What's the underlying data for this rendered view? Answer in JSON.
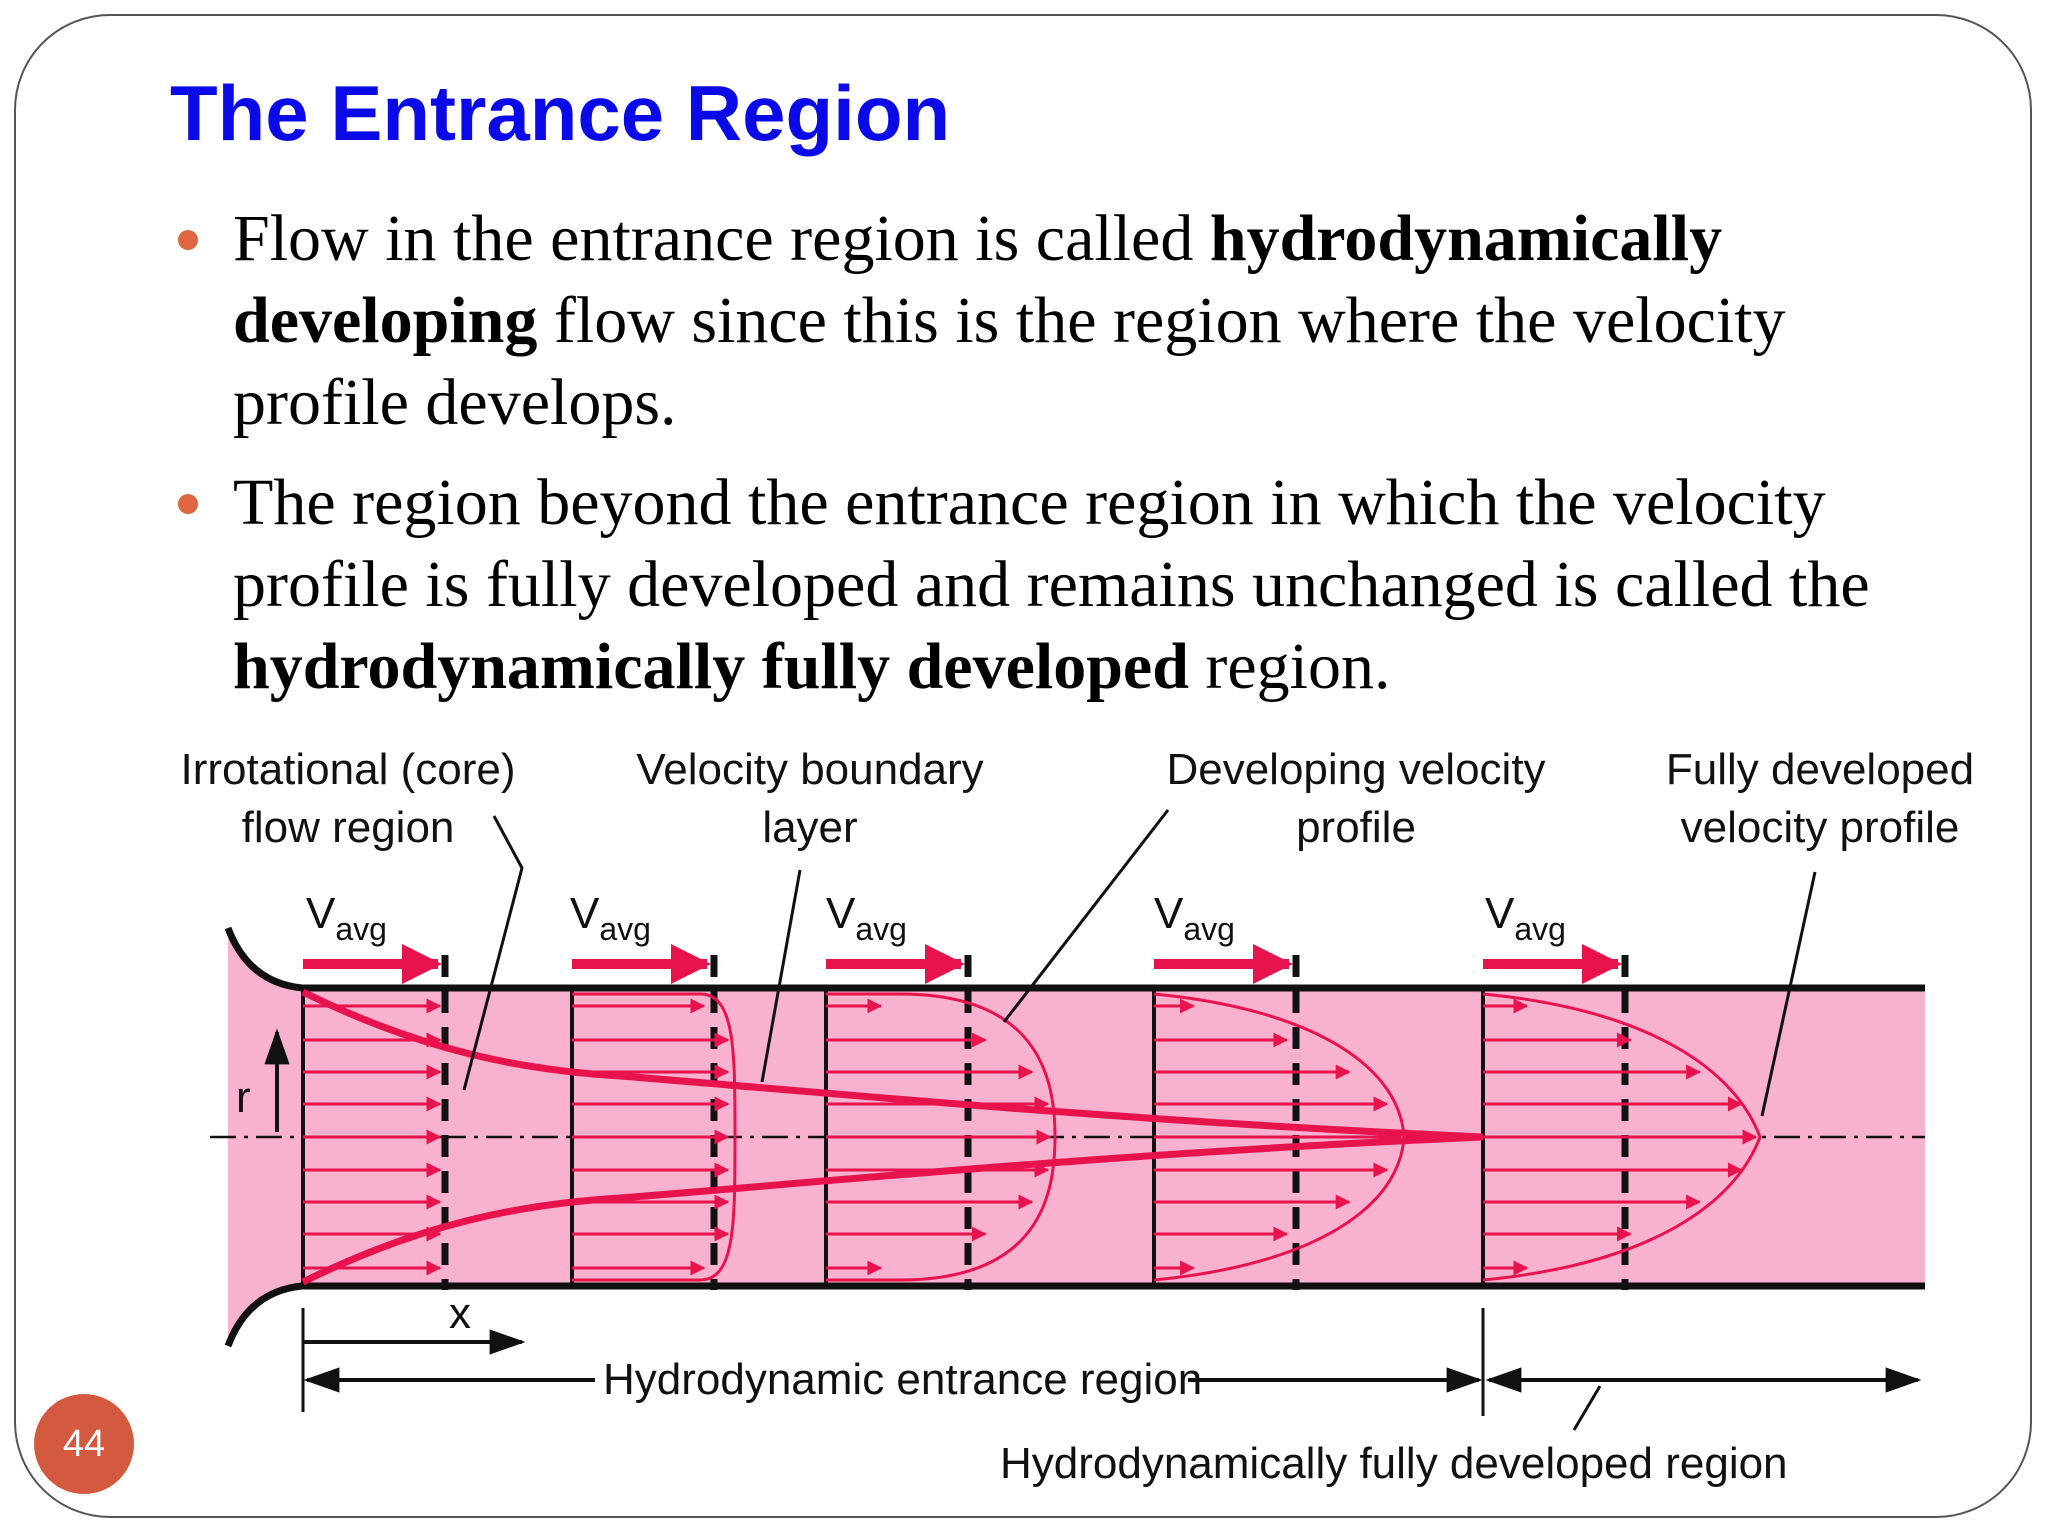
{
  "slide": {
    "title": "The Entrance Region",
    "page_number": "44",
    "bullets": [
      {
        "parts": [
          {
            "text": "Flow in the entrance region is called ",
            "bold": false
          },
          {
            "text": "hydrodynamically developing",
            "bold": true
          },
          {
            "text": " flow since this is the region where the velocity profile develops.",
            "bold": false
          }
        ]
      },
      {
        "parts": [
          {
            "text": "The region beyond the entrance region in which the velocity profile is fully developed and remains unchanged is called the ",
            "bold": false
          },
          {
            "text": "hydrodynamically fully developed",
            "bold": true
          },
          {
            "text": " region.",
            "bold": false
          }
        ]
      }
    ]
  },
  "diagram": {
    "labels": {
      "irrotational_line1": "Irrotational (core)",
      "irrotational_line2": "flow region",
      "boundary_line1": "Velocity boundary",
      "boundary_line2": "layer",
      "developing_line1": "Developing velocity",
      "developing_line2": "profile",
      "fully_line1": "Fully developed",
      "fully_line2": "velocity profile",
      "r_axis": "r",
      "x_axis": "x",
      "entrance_region": "Hydrodynamic entrance region",
      "fully_developed_region": "Hydrodynamically fully developed region",
      "vavg_main": "V",
      "vavg_sub": "avg"
    },
    "colors": {
      "pipe_fill": "#f8b2cf",
      "arrow": "#e8134d",
      "wall": "#111111",
      "text": "#111111"
    }
  }
}
